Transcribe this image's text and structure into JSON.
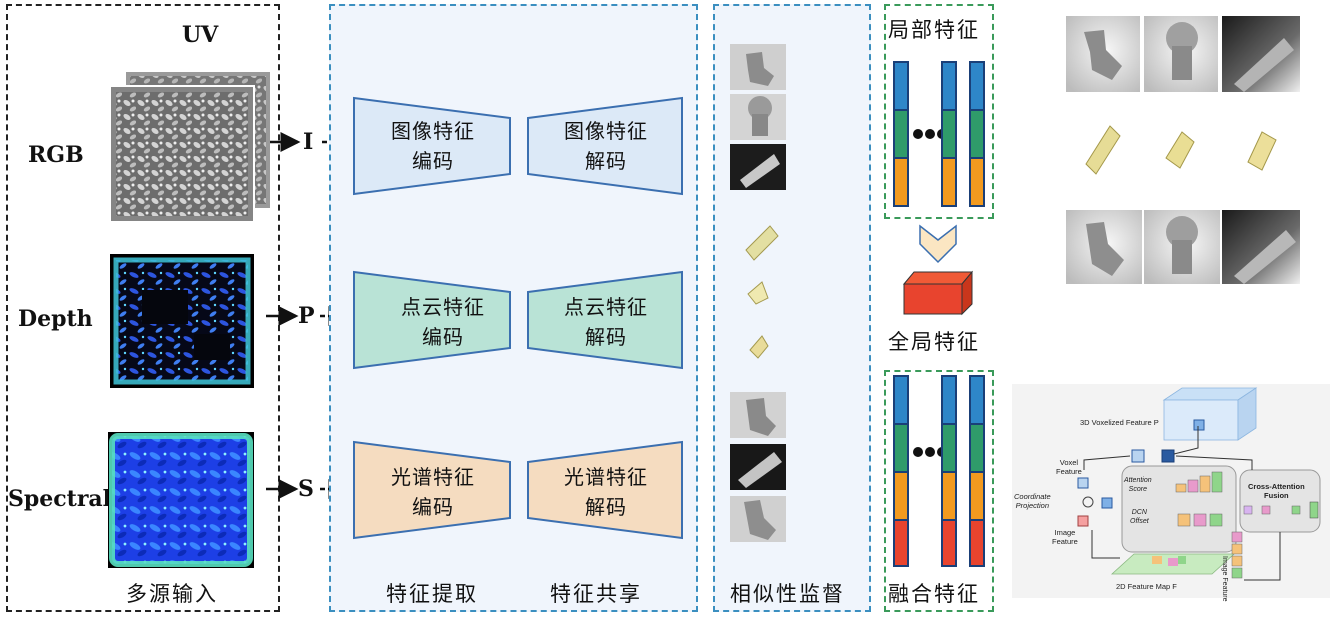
{
  "inputs": {
    "uv_label": "UV",
    "rgb_label": "RGB",
    "depth_label": "Depth",
    "spectral_label": "Spectral",
    "panel_caption": "多源输入",
    "letters": [
      "I",
      "P",
      "S"
    ]
  },
  "feature_extraction": {
    "caption_extract": "特征提取",
    "caption_share": "特征共享",
    "image_encoder": [
      "图像特征",
      "编码"
    ],
    "image_decoder": [
      "图像特征",
      "解码"
    ],
    "point_encoder": [
      "点云特征",
      "编码"
    ],
    "point_decoder": [
      "点云特征",
      "解码"
    ],
    "spectral_encoder": [
      "光谱特征",
      "编码"
    ],
    "spectral_decoder": [
      "光谱特征",
      "解码"
    ],
    "colors": {
      "image": "#dce9f7",
      "point": "#b9e3d6",
      "spectral": "#f5dcc0",
      "stroke": "#3b6fb0"
    }
  },
  "similarity": {
    "caption": "相似性监督"
  },
  "features": {
    "local_title": "局部特征",
    "global_label": "全局特征",
    "fused_title": "融合特征",
    "colors": {
      "blue": "#2e86c8",
      "green": "#2f9b6a",
      "orange": "#f29a1f",
      "red": "#e8442e"
    }
  },
  "inset": {
    "voxel_title": "3D Voxelized Feature P",
    "voxel_feature": [
      "Voxel",
      "Feature"
    ],
    "coord_proj": [
      "Coordinate",
      "Projection"
    ],
    "image_feature": [
      "Image",
      "Feature"
    ],
    "attention_score": [
      "Attention",
      "Score"
    ],
    "dcn_offset": [
      "DCN",
      "Offset"
    ],
    "cross_attention": [
      "Cross-Attention",
      "Fusion"
    ],
    "image_feature_vertical": "Image Feature",
    "feature_map_title": "2D Feature Map F"
  }
}
